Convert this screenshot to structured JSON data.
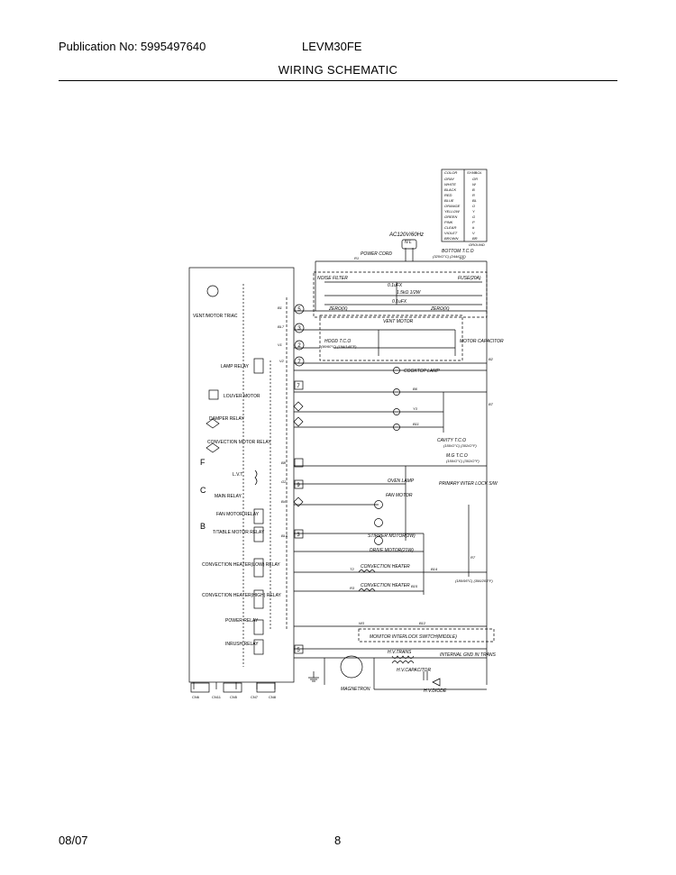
{
  "header": {
    "publication": "Publication No: 5995497640",
    "model": "LEVM30FE",
    "title": "WIRING SCHEMATIC"
  },
  "footer": {
    "date": "08/07",
    "page": "8"
  },
  "schematic": {
    "color_table": {
      "headers": [
        "COLOR",
        "SYMBOL"
      ],
      "rows": [
        [
          "GRAY",
          "GR"
        ],
        [
          "WHITE",
          "W"
        ],
        [
          "BLACK",
          "B"
        ],
        [
          "RED",
          "R"
        ],
        [
          "BLUE",
          "BL"
        ],
        [
          "ORANGE",
          "O"
        ],
        [
          "YELLOW",
          "Y"
        ],
        [
          "GREEN",
          "G"
        ],
        [
          "PINK",
          "P"
        ],
        [
          "CLEAR",
          "#"
        ],
        [
          "VIOLET",
          "V"
        ],
        [
          "BROWN",
          "BR"
        ]
      ],
      "ground": "GROUND"
    },
    "supply": "AC120V/60Hz",
    "supply_nl": "N  L",
    "power_cord": "POWER CORD",
    "bottom_tco": "BOTTOM T.C.O",
    "bottom_tco_rating": "(320/O°C) (244/O°F)",
    "noise_filter": "NOISE FILTER",
    "fuse": "FUSE(20A)",
    "cap1": "0.1uFX",
    "res": "1.5kΩ 1/2W",
    "line_filter": "0.1uFX",
    "zener1": "ZERO(X)",
    "zener2": "ZERO(X)",
    "hood_tco": "HOOD T.C.O",
    "hood_tco_rating": "(90/60°C) (194/140°F)",
    "vent_motor": "VENT MOTOR",
    "motor_capacitor": "MOTOR CAPACITOR",
    "cooktop_lamp": "COOKTOP LAMP",
    "cavity_tco": "CAVITY T.C.O",
    "cavity_tco_rating": "(150/O°C) (302/O°F)",
    "mg_tco": "M.G T.C.O",
    "mg_tco_rating": "(150/O°C) (302/O°F)",
    "oven_lamp": "OVEN LAMP",
    "fan_motor": "FAN MOTOR",
    "primary_switch": "PRIMARY INTER LOCK S/W",
    "stirrer_motor": "STIRRER MOTOR(2W)",
    "drive_motor": "DRIVE MOTOR(21W)",
    "convection_heater": "CONVECTION HEATER",
    "convection_heater2": "CONVECTION HEATER",
    "conv_tco_rating": "(180/95°C) (356/203°F)",
    "monitor_switch": "MONITOR INTERLOCK SWITCH(MIDDLE)",
    "hv_trans": "H.V.TRANS",
    "internal_gnd": "INTERNAL GND IN TRANS",
    "hv_capacitor": "H.V.CAPACITOR",
    "hv_diode": "H.V.DIODE",
    "magnetron": "MAGNETRON",
    "left_labels": {
      "vent_relay": "VENT/MOTOR TRIAC",
      "lamp_relay": "LAMP RELAY",
      "louver_motor": "LOUVER MOTOR",
      "damper_relay": "DAMPER RELAY",
      "convection_motor_relay": "CONVECTION MOTOR RELAY",
      "lvt": "L.V.T",
      "main_relay": "MAIN RELAY",
      "fan_motor_relay": "FAN MOTOR RELAY",
      "turntable_relay": "T/TABLE MOTOR RELAY",
      "conv_heater_low": "CONVECTION HEATER(LOW) RELAY",
      "conv_heater_high": "CONVECTION HEATER(HIGH) RELAY",
      "power_relay": "POWER RELAY",
      "inrush_relay": "INRUSH RELAY",
      "board_letters": [
        "F",
        "C",
        "B"
      ]
    },
    "circle_nums": [
      "5",
      "3",
      "2",
      "7"
    ],
    "square_nums": [
      "7",
      "9",
      "3",
      "5"
    ],
    "bottom_labels": [
      "CN6",
      "CN11",
      "CN5",
      "CN7",
      "CN8"
    ],
    "wire_labels": {
      "w_r1": "R1",
      "w_r2": "R2",
      "w_b1": "B1",
      "w_v1": "V1",
      "w_bl7": "BL7",
      "w_v2": "V2",
      "w_b6": "B6",
      "w_y3": "Y3",
      "w_b11": "B11",
      "w_b8": "B8",
      "w_g2": "G2",
      "w_b4": "B4",
      "w_bl6": "BL6",
      "w_t2": "T2",
      "w_b14": "B14",
      "w_r3": "R3",
      "w_b15": "B15",
      "w_w3": "W3",
      "w_b12": "B12",
      "w_b7": "B7",
      "w_r7": "R7",
      "w_b2": "B2"
    }
  }
}
